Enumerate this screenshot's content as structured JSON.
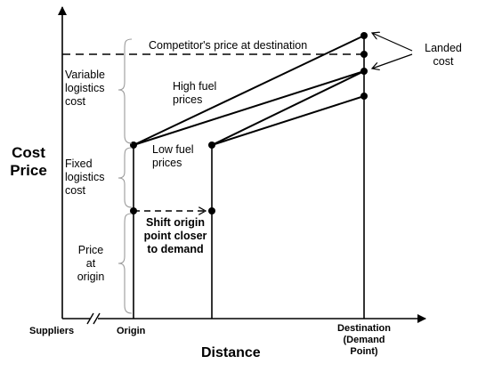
{
  "y_axis_label": [
    "Cost",
    "Price"
  ],
  "x_axis_label": "Distance",
  "x_ticks": {
    "suppliers": "Suppliers",
    "origin": "Origin",
    "destination": [
      "Destination",
      "(Demand",
      "Point)"
    ]
  },
  "brackets": {
    "variable": [
      "Variable",
      "logistics",
      "cost"
    ],
    "fixed": [
      "Fixed",
      "logistics",
      "cost"
    ],
    "price_origin": [
      "Price",
      "at",
      "origin"
    ]
  },
  "annotations": {
    "competitor": "Competitor's price at destination",
    "high_fuel": [
      "High fuel",
      "prices"
    ],
    "low_fuel": [
      "Low fuel",
      "prices"
    ],
    "shift": [
      "Shift origin",
      "point closer",
      "to demand"
    ],
    "landed": [
      "Landed",
      "cost"
    ]
  },
  "colors": {
    "ink": "#000000",
    "bracket": "#9a9a9a",
    "background": "#ffffff"
  }
}
